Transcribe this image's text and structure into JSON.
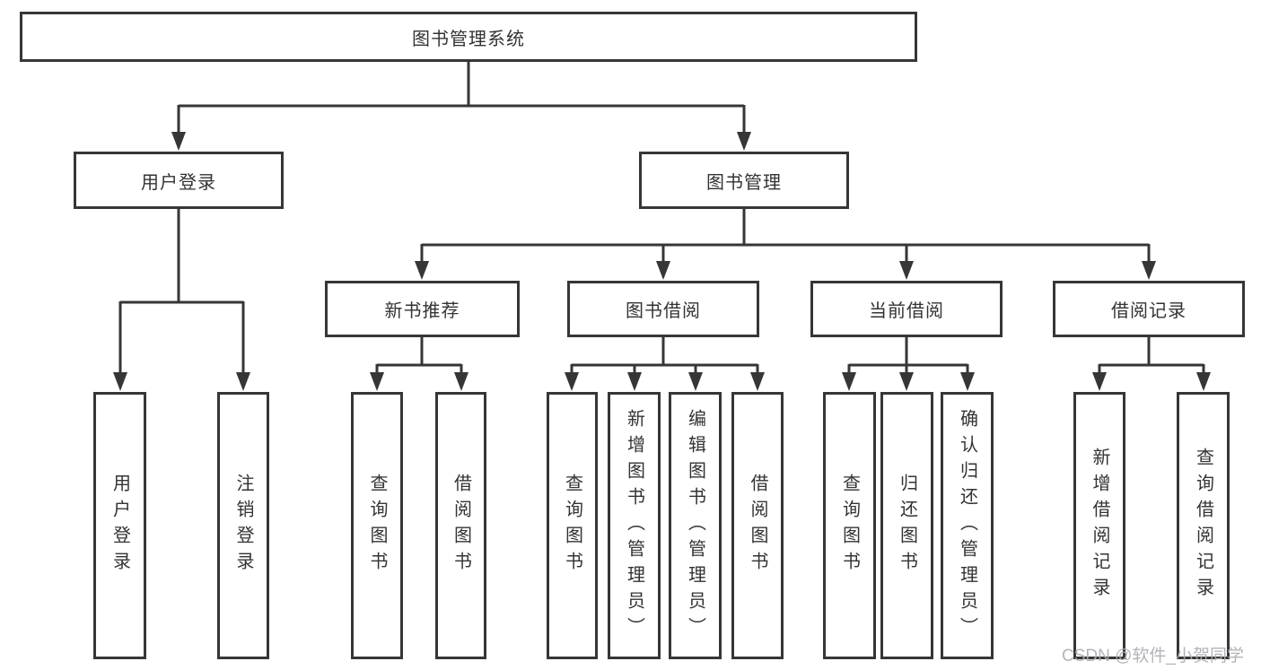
{
  "diagram": {
    "root": {
      "label": "图书管理系统"
    },
    "level2": [
      {
        "label": "用户登录",
        "parent": "图书管理系统"
      },
      {
        "label": "图书管理",
        "parent": "图书管理系统"
      }
    ],
    "level3": [
      {
        "label": "新书推荐",
        "parent": "图书管理"
      },
      {
        "label": "图书借阅",
        "parent": "图书管理"
      },
      {
        "label": "当前借阅",
        "parent": "图书管理"
      },
      {
        "label": "借阅记录",
        "parent": "图书管理"
      }
    ],
    "leaves": [
      {
        "label": "用户登录",
        "parent": "用户登录"
      },
      {
        "label": "注销登录",
        "parent": "用户登录"
      },
      {
        "label": "查询图书",
        "parent": "新书推荐"
      },
      {
        "label": "借阅图书",
        "parent": "新书推荐"
      },
      {
        "label": "查询图书",
        "parent": "图书借阅"
      },
      {
        "label": "新增图书（管理员）",
        "parent": "图书借阅"
      },
      {
        "label": "编辑图书（管理员）",
        "parent": "图书借阅"
      },
      {
        "label": "借阅图书",
        "parent": "图书借阅"
      },
      {
        "label": "查询图书",
        "parent": "当前借阅"
      },
      {
        "label": "归还图书",
        "parent": "当前借阅"
      },
      {
        "label": "确认归还（管理员）",
        "parent": "当前借阅"
      },
      {
        "label": "新增借阅记录",
        "parent": "借阅记录"
      },
      {
        "label": "查询借阅记录",
        "parent": "借阅记录"
      }
    ],
    "watermark": "CSDN @软件_小贺同学",
    "colors": {
      "line": "#363636",
      "box_border": "#363636",
      "text": "#333333",
      "watermark": "#abaeb2",
      "background": "#ffffff"
    }
  }
}
